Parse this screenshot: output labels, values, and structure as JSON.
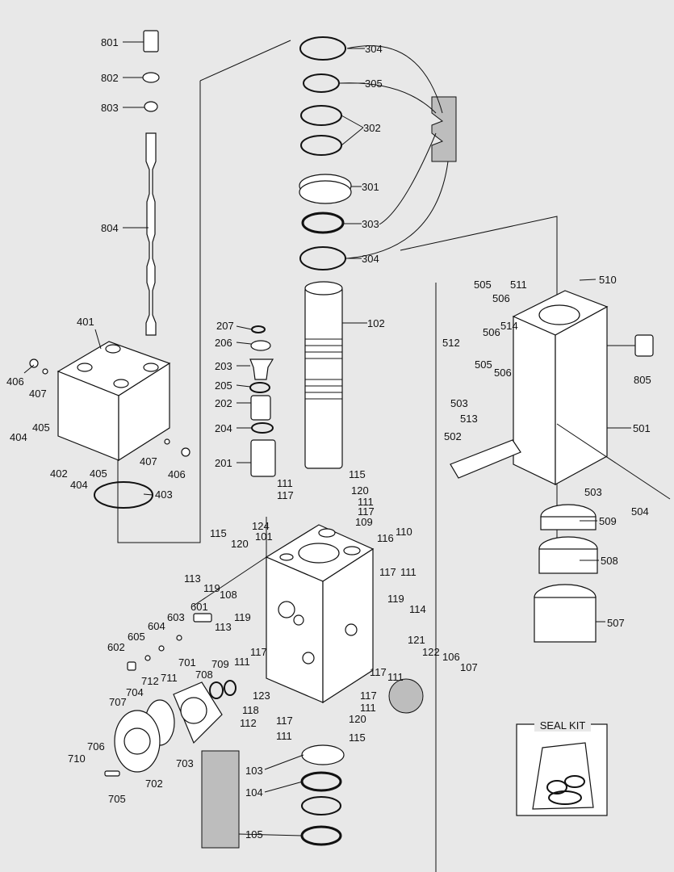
{
  "seal_kit": {
    "title": "SEAL KIT"
  },
  "labels": [
    {
      "id": "l801",
      "text": "801"
    },
    {
      "id": "l802",
      "text": "802"
    },
    {
      "id": "l803",
      "text": "803"
    },
    {
      "id": "l804",
      "text": "804"
    },
    {
      "id": "l401",
      "text": "401"
    },
    {
      "id": "l406a",
      "text": "406"
    },
    {
      "id": "l407a",
      "text": "407"
    },
    {
      "id": "l405a",
      "text": "405"
    },
    {
      "id": "l404a",
      "text": "404"
    },
    {
      "id": "l402",
      "text": "402"
    },
    {
      "id": "l404b",
      "text": "404"
    },
    {
      "id": "l405b",
      "text": "405"
    },
    {
      "id": "l407b",
      "text": "407"
    },
    {
      "id": "l406b",
      "text": "406"
    },
    {
      "id": "l403",
      "text": "403"
    },
    {
      "id": "l304a",
      "text": "304"
    },
    {
      "id": "l305",
      "text": "305"
    },
    {
      "id": "l302",
      "text": "302"
    },
    {
      "id": "l301",
      "text": "301"
    },
    {
      "id": "l303",
      "text": "303"
    },
    {
      "id": "l304b",
      "text": "304"
    },
    {
      "id": "l102",
      "text": "102"
    },
    {
      "id": "l207",
      "text": "207"
    },
    {
      "id": "l206",
      "text": "206"
    },
    {
      "id": "l203",
      "text": "203"
    },
    {
      "id": "l205",
      "text": "205"
    },
    {
      "id": "l202",
      "text": "202"
    },
    {
      "id": "l204",
      "text": "204"
    },
    {
      "id": "l201",
      "text": "201"
    },
    {
      "id": "l111a",
      "text": "111"
    },
    {
      "id": "l117a",
      "text": "117"
    },
    {
      "id": "l115a",
      "text": "115"
    },
    {
      "id": "l120a",
      "text": "120"
    },
    {
      "id": "l111b",
      "text": "111"
    },
    {
      "id": "l117b",
      "text": "117"
    },
    {
      "id": "l109",
      "text": "109"
    },
    {
      "id": "l124",
      "text": "124"
    },
    {
      "id": "l101",
      "text": "101"
    },
    {
      "id": "l115b",
      "text": "115"
    },
    {
      "id": "l120b",
      "text": "120"
    },
    {
      "id": "l116",
      "text": "116"
    },
    {
      "id": "l110",
      "text": "110"
    },
    {
      "id": "l113a",
      "text": "113"
    },
    {
      "id": "l119a",
      "text": "119"
    },
    {
      "id": "l108",
      "text": "108"
    },
    {
      "id": "l117c",
      "text": "117"
    },
    {
      "id": "l111c",
      "text": "111"
    },
    {
      "id": "l119b",
      "text": "119"
    },
    {
      "id": "l601",
      "text": "601"
    },
    {
      "id": "l113b",
      "text": "113"
    },
    {
      "id": "l119c",
      "text": "119"
    },
    {
      "id": "l114",
      "text": "114"
    },
    {
      "id": "l603",
      "text": "603"
    },
    {
      "id": "l604",
      "text": "604"
    },
    {
      "id": "l605",
      "text": "605"
    },
    {
      "id": "l602",
      "text": "602"
    },
    {
      "id": "l111d",
      "text": "111"
    },
    {
      "id": "l117d",
      "text": "117"
    },
    {
      "id": "l121",
      "text": "121"
    },
    {
      "id": "l122",
      "text": "122"
    },
    {
      "id": "l106",
      "text": "106"
    },
    {
      "id": "l107",
      "text": "107"
    },
    {
      "id": "l117e",
      "text": "117"
    },
    {
      "id": "l111e",
      "text": "111"
    },
    {
      "id": "l701",
      "text": "701"
    },
    {
      "id": "l709",
      "text": "709"
    },
    {
      "id": "l708",
      "text": "708"
    },
    {
      "id": "l711",
      "text": "711"
    },
    {
      "id": "l712",
      "text": "712"
    },
    {
      "id": "l704",
      "text": "704"
    },
    {
      "id": "l707",
      "text": "707"
    },
    {
      "id": "l123",
      "text": "123"
    },
    {
      "id": "l117f",
      "text": "117"
    },
    {
      "id": "l111f",
      "text": "111"
    },
    {
      "id": "l118",
      "text": "118"
    },
    {
      "id": "l112",
      "text": "112"
    },
    {
      "id": "l120c",
      "text": "120"
    },
    {
      "id": "l117g",
      "text": "117"
    },
    {
      "id": "l111g",
      "text": "111"
    },
    {
      "id": "l115c",
      "text": "115"
    },
    {
      "id": "l706",
      "text": "706"
    },
    {
      "id": "l710",
      "text": "710"
    },
    {
      "id": "l703",
      "text": "703"
    },
    {
      "id": "l702",
      "text": "702"
    },
    {
      "id": "l705",
      "text": "705"
    },
    {
      "id": "l103",
      "text": "103"
    },
    {
      "id": "l104",
      "text": "104"
    },
    {
      "id": "l105",
      "text": "105"
    },
    {
      "id": "l505a",
      "text": "505"
    },
    {
      "id": "l511",
      "text": "511"
    },
    {
      "id": "l510",
      "text": "510"
    },
    {
      "id": "l506a",
      "text": "506"
    },
    {
      "id": "l506b",
      "text": "506"
    },
    {
      "id": "l514",
      "text": "514"
    },
    {
      "id": "l512",
      "text": "512"
    },
    {
      "id": "l805",
      "text": "805"
    },
    {
      "id": "l505b",
      "text": "505"
    },
    {
      "id": "l506c",
      "text": "506"
    },
    {
      "id": "l503a",
      "text": "503"
    },
    {
      "id": "l513",
      "text": "513"
    },
    {
      "id": "l501",
      "text": "501"
    },
    {
      "id": "l502",
      "text": "502"
    },
    {
      "id": "l503b",
      "text": "503"
    },
    {
      "id": "l504",
      "text": "504"
    },
    {
      "id": "l509",
      "text": "509"
    },
    {
      "id": "l508",
      "text": "508"
    },
    {
      "id": "l507",
      "text": "507"
    }
  ]
}
